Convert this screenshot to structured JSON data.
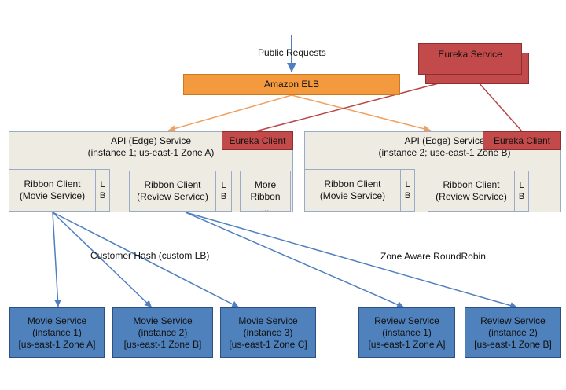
{
  "public_requests": "Public Requests",
  "eureka_service": "Eureka Service",
  "amazon_elb": "Amazon ELB",
  "edge1": {
    "title": "API (Edge) Service",
    "subtitle": "(instance 1; us-east-1 Zone A)",
    "eureka_client": "Eureka Client"
  },
  "edge2": {
    "title": "API (Edge) Service",
    "subtitle": "(instance 2; use-east-1 Zone B)",
    "eureka_client": "Eureka Client"
  },
  "ribbon_movie": {
    "line1": "Ribbon Client",
    "line2": "(Movie Service)"
  },
  "ribbon_review": {
    "line1": "Ribbon Client",
    "line2": "(Review Service)"
  },
  "more_ribbon": {
    "line1": "More",
    "line2": "Ribbon",
    "line3": "..."
  },
  "lb": {
    "l": "L",
    "b": "B"
  },
  "customer_hash": "Customer Hash (custom LB)",
  "zone_rr": "Zone Aware RoundRobin",
  "services": [
    {
      "name": "Movie Service",
      "instance": "(instance 1)",
      "zone": "[us-east-1 Zone A]"
    },
    {
      "name": "Movie Service",
      "instance": "(instance 2)",
      "zone": "[us-east-1 Zone B]"
    },
    {
      "name": "Movie Service",
      "instance": "(instance 3)",
      "zone": "[us-east-1 Zone C]"
    },
    {
      "name": "Review Service",
      "instance": "(instance 1)",
      "zone": "[us-east-1 Zone A]"
    },
    {
      "name": "Review Service",
      "instance": "(instance 2)",
      "zone": "[us-east-1 Zone B]"
    }
  ],
  "colors": {
    "elb": "#f39a3f",
    "eureka": "#c34a4a",
    "service": "#4f81bd",
    "edge": "#eeebe3",
    "connector_blue": "#4f7fbf",
    "connector_orange": "#f0a060",
    "connector_red": "#b94646"
  }
}
